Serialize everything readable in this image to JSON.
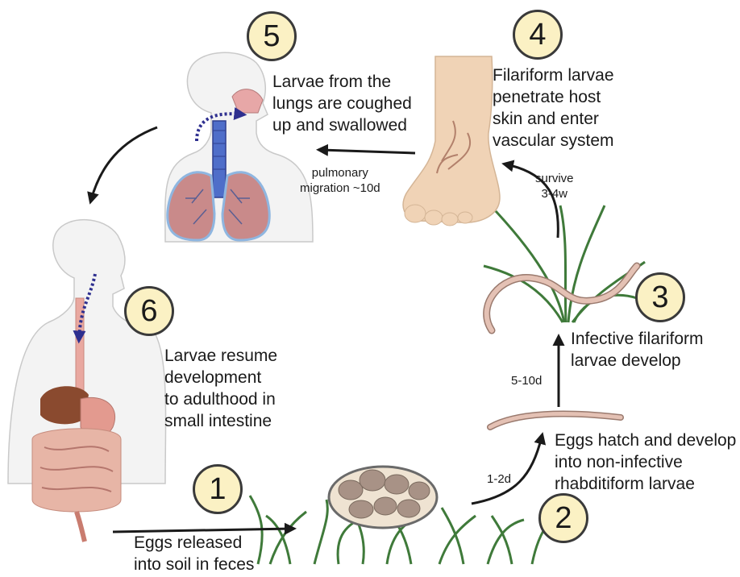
{
  "steps": [
    {
      "number": "1",
      "text": "Eggs released\ninto soil in feces"
    },
    {
      "number": "2",
      "text": "Eggs hatch and develop\ninto non-infective\nrhabditiform larvae"
    },
    {
      "number": "3",
      "text": "Infective filariform\nlarvae develop"
    },
    {
      "number": "4",
      "text": "Filariform larvae\npenetrate host\nskin and enter\nvascular system"
    },
    {
      "number": "5",
      "text": "Larvae from the\nlungs are coughed\nup and swallowed"
    },
    {
      "number": "6",
      "text": "Larvae resume\ndevelopment\nto adulthood in\nsmall intestine"
    }
  ],
  "durations": {
    "hatch": "1-2d",
    "develop": "5-10d",
    "survive": "survive\n3-4w",
    "migration": "pulmonary\nmigration ~10d"
  },
  "colors": {
    "badge_fill": "#fbf1c4",
    "grass": "#3f7a3a",
    "arrow": "#1a1a1a",
    "larva": "#d9a99a",
    "dashed_arrow": "#2e2f8f",
    "skin": "#f0d3b6",
    "lungs": "#c98a8a"
  },
  "icons": [
    "grass-icon",
    "egg-cluster-icon",
    "larva-icon",
    "foot-icon",
    "human-lungs-icon",
    "human-digestive-icon"
  ]
}
